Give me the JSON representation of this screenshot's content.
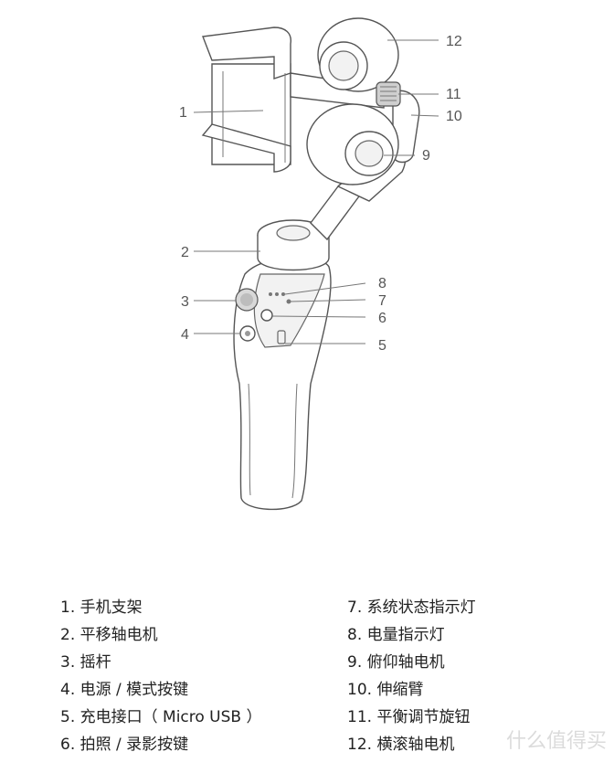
{
  "callouts": [
    "1",
    "2",
    "3",
    "4",
    "5",
    "6",
    "7",
    "8",
    "9",
    "10",
    "11",
    "12"
  ],
  "legend": {
    "left": [
      "1.  手机支架",
      "2.  平移轴电机",
      "3.  摇杆",
      "4.  电源 / 模式按键",
      "5.  充电接口（ Micro USB ）",
      "6.  拍照 / 录影按键"
    ],
    "right": [
      "7.  系统状态指示灯",
      "8.  电量指示灯",
      "9.  俯仰轴电机",
      "10.  伸缩臂",
      "11.  平衡调节旋钮",
      "12.  横滚轴电机"
    ]
  },
  "watermark_text": "什么值得买"
}
